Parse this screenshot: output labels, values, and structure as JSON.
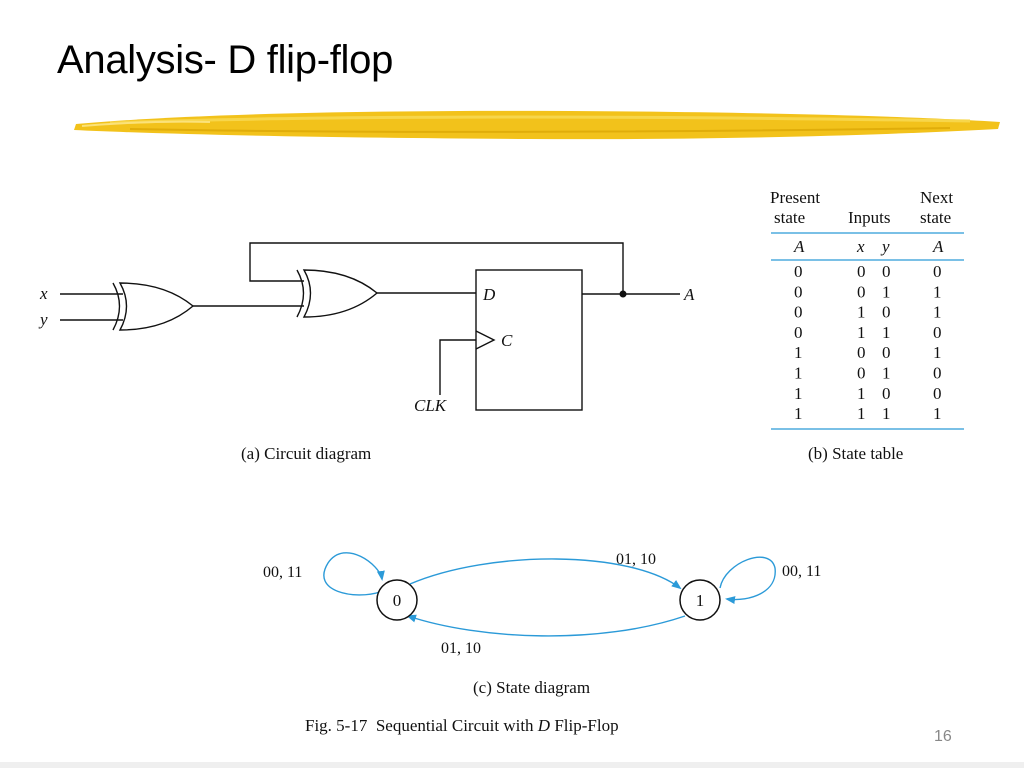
{
  "slide": {
    "title": "Analysis- D flip-flop",
    "accent_color": "#f2c21b",
    "page_number": "16"
  },
  "figure": {
    "caption_prefix": "Fig. 5-17  Sequential Circuit with ",
    "caption_italic": "D",
    "caption_suffix": " Flip-Flop"
  },
  "circuit": {
    "caption": "(a) Circuit diagram",
    "input_x": "x",
    "input_y": "y",
    "clk_label": "CLK",
    "d_pin": "D",
    "c_pin": "C",
    "output": "A"
  },
  "state_table": {
    "caption": "(b) State table",
    "headers": {
      "present_line1": "Present",
      "present_line2": "state",
      "inputs": "Inputs",
      "next_line1": "Next",
      "next_line2": "state",
      "col_a": "A",
      "col_x": "x",
      "col_y": "y",
      "col_next_a": "A"
    },
    "rows": [
      {
        "a": "0",
        "x": "0",
        "y": "0",
        "next": "0"
      },
      {
        "a": "0",
        "x": "0",
        "y": "1",
        "next": "1"
      },
      {
        "a": "0",
        "x": "1",
        "y": "0",
        "next": "1"
      },
      {
        "a": "0",
        "x": "1",
        "y": "1",
        "next": "0"
      },
      {
        "a": "1",
        "x": "0",
        "y": "0",
        "next": "1"
      },
      {
        "a": "1",
        "x": "0",
        "y": "1",
        "next": "0"
      },
      {
        "a": "1",
        "x": "1",
        "y": "0",
        "next": "0"
      },
      {
        "a": "1",
        "x": "1",
        "y": "1",
        "next": "1"
      }
    ]
  },
  "state_diagram": {
    "caption": "(c) State diagram",
    "state_0": "0",
    "state_1": "1",
    "self_loop_0": "00, 11",
    "self_loop_1": "00, 11",
    "transition_0_to_1": "01, 10",
    "transition_1_to_0": "01, 10",
    "arrow_color": "#2b9ad8"
  }
}
